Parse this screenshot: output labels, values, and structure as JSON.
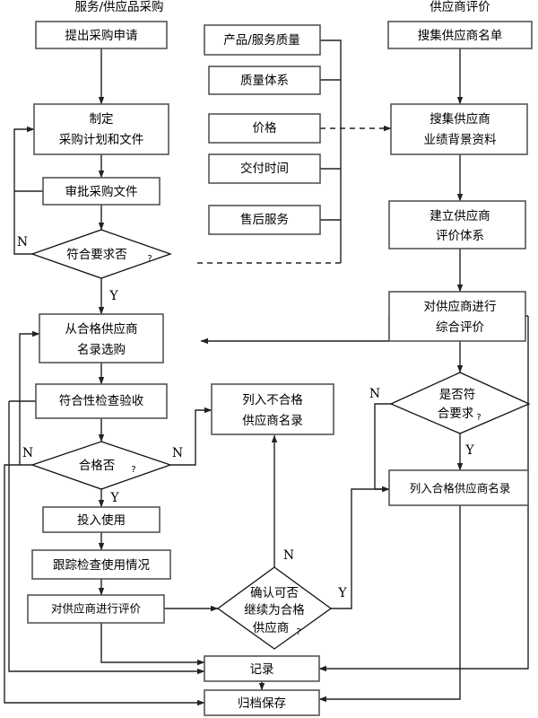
{
  "diagram": {
    "title_left": "服务/供应品采购",
    "title_right": "供应商评价",
    "branch_yes": "Y",
    "branch_no": "N",
    "question_mark": "?"
  },
  "left_flow": {
    "n1": "提出采购申请",
    "n2_line1": "制定",
    "n2_line2": "采购计划和文件",
    "n3": "审批采购文件",
    "d1": "符合要求否",
    "n4_line1": "从合格供应商",
    "n4_line2": "名录选购",
    "n5": "符合性检查验收",
    "d2": "合格否",
    "n6": "投入使用",
    "n7": "跟踪检查使用情况",
    "n8": "对供应商进行评价"
  },
  "criteria": {
    "c1": "产品/服务质量",
    "c2": "质量体系",
    "c3": "价格",
    "c4": "交付时间",
    "c5": "售后服务"
  },
  "right_flow": {
    "r1": "搜集供应商名单",
    "r2_line1": "搜集供应商",
    "r2_line2": "业绩背景资料",
    "r3_line1": "建立供应商",
    "r3_line2": "评价体系",
    "r4_line1": "对供应商进行",
    "r4_line2": "综合评价",
    "rd1_line1": "是否符",
    "rd1_line2": "合要求",
    "r5": "列入合格供应商名录"
  },
  "middle": {
    "m1_line1": "列入不合格",
    "m1_line2": "供应商名录",
    "md1_line1": "确认可否",
    "md1_line2": "继续为合格",
    "md1_line3": "供应商"
  },
  "bottom": {
    "b1": "记录",
    "b2": "归档保存"
  }
}
